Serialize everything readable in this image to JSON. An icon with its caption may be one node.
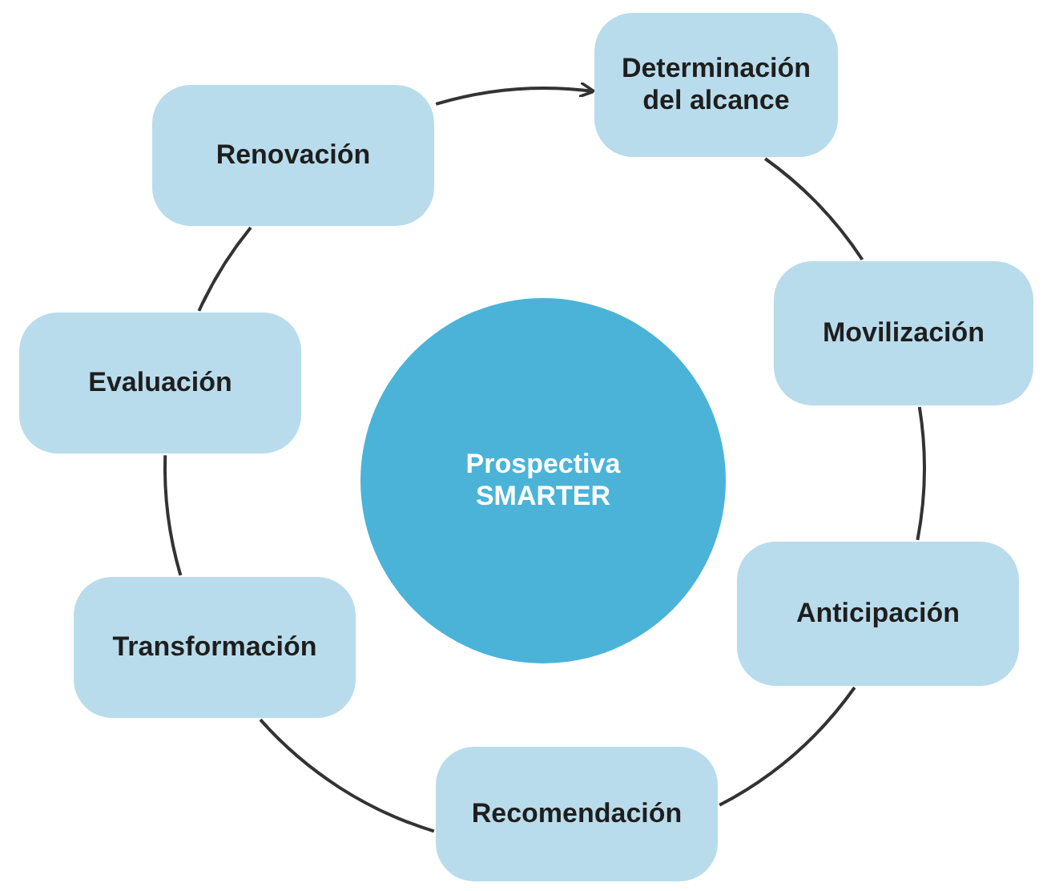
{
  "diagram": {
    "nodes": [
      {
        "text": [
          "Determinación del alcance"
        ]
      },
      {
        "text": [
          "Movilización"
        ]
      },
      {
        "text": [
          "Anticipación"
        ]
      },
      {
        "text": [
          "Recomendación"
        ]
      },
      {
        "text": [
          "Transformación"
        ]
      },
      {
        "text": [
          "Evaluación"
        ]
      },
      {
        "text": [
          "Renovación"
        ]
      },
      {
        "text": [
          "Prospectiva SMARTER"
        ]
      }
    ],
    "edges": [
      {
        "from": 6,
        "to": 0,
        "arrow": "to"
      },
      {
        "from": 0,
        "to": 1,
        "arrow": "none"
      },
      {
        "from": 1,
        "to": 2,
        "arrow": "none"
      },
      {
        "from": 2,
        "to": 3,
        "arrow": "none"
      },
      {
        "from": 3,
        "to": 4,
        "arrow": "none"
      },
      {
        "from": 4,
        "to": 5,
        "arrow": "none"
      },
      {
        "from": 5,
        "to": 6,
        "arrow": "none"
      }
    ]
  }
}
